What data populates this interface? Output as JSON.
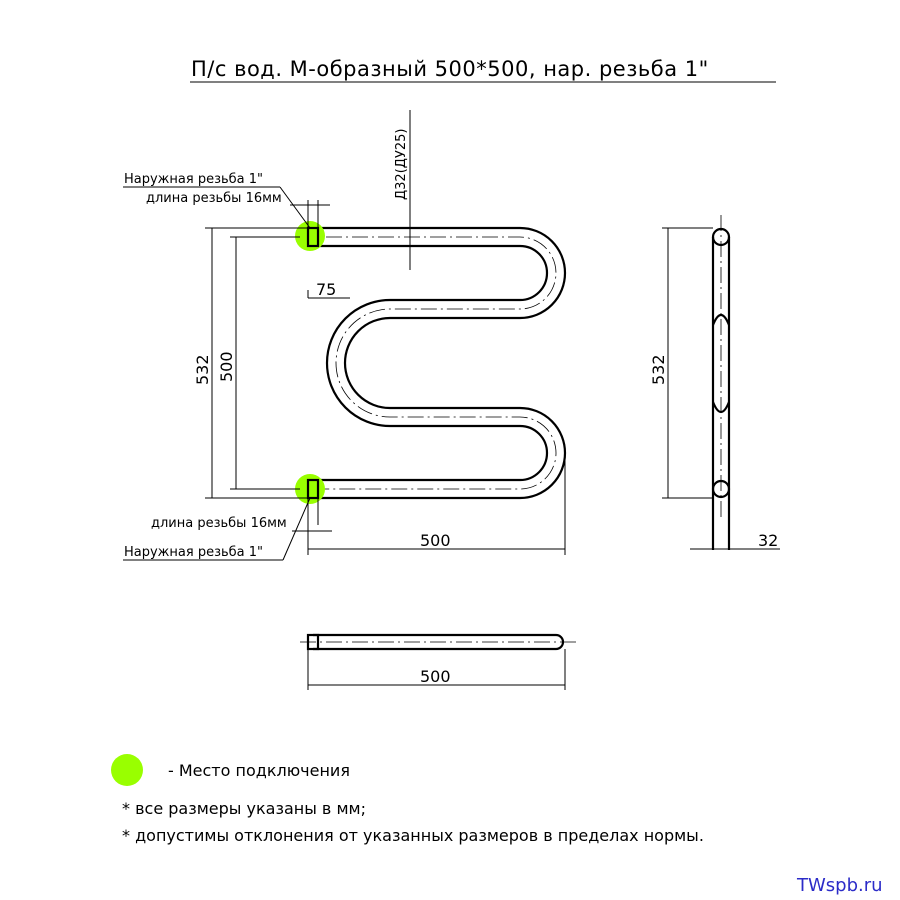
{
  "title": "П/с вод. М-образный 500*500, нар. резьба 1\"",
  "labels": {
    "thread_top": "Наружная резьба 1\"",
    "thread_len_top": "длина резьбы 16мм",
    "thread_len_bottom": "длина резьбы 16мм",
    "thread_bottom": "Наружная резьба 1\"",
    "pipe_diameter": "Д32(ДУ25)"
  },
  "dimensions": {
    "overall_height": "532",
    "center_height": "500",
    "offset": "75",
    "width": "500",
    "side_height": "532",
    "depth": "32",
    "plan_width": "500"
  },
  "legend": {
    "connection_point": "- Место подключения"
  },
  "notes": [
    "* все размеры указаны в мм;",
    "* допустимы отклонения от указанных размеров в пределах нормы."
  ],
  "site": "TWspb.ru",
  "colors": {
    "connection_marker": "#99ff00",
    "lines": "#000000",
    "site_text": "#2c2cc8"
  }
}
